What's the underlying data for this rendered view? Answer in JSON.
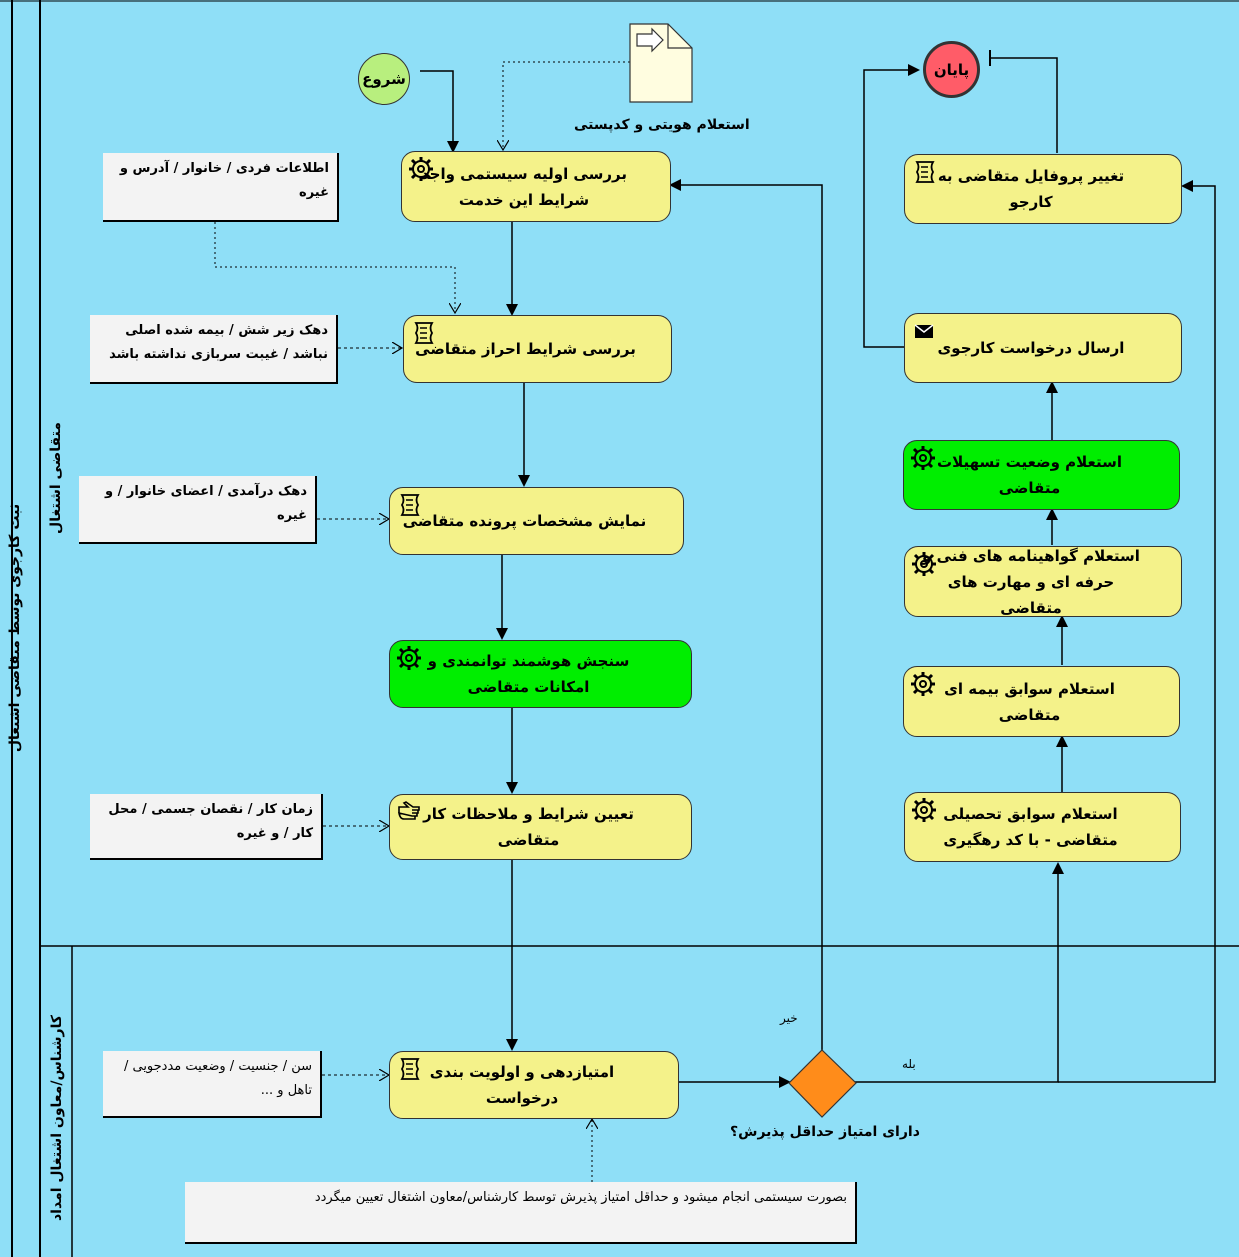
{
  "pool": {
    "label": "ثبت کارجوی توسط متقاضی اشتغال"
  },
  "lanes": {
    "applicant": "متقاضی اشتغال",
    "expert": "کارشناس/معاون اشتغال امداد"
  },
  "events": {
    "start": "شروع",
    "end": "پایان"
  },
  "tasks": {
    "initial_review": "بررسی اولیه سیستمی واجد شرایط این خدمت",
    "eligibility_check": "بررسی شرایط احراز متقاضی",
    "show_profile": "نمایش مشخصات پرونده متقاضی",
    "smart_assessment": "سنجش هوشمند توانمندی و امکانات متقاضی",
    "work_conditions": "تعیین شرایط و ملاحظات کار متقاضی",
    "scoring": "امتیازدهی و اولویت بندی درخواست",
    "change_profile": "تغییر پروفایل متقاضی به کارجو",
    "send_request": "ارسال درخواست کارجوی",
    "facilities_inquiry": "استعلام وضعیت تسهیلات متقاضی",
    "certificates_inquiry": "استعلام گواهینامه های فنی و حرفه ای و مهارت های متقاضی",
    "insurance_inquiry": "استعلام سوابق بیمه ای متقاضی",
    "education_inquiry": "استعلام سوابق تحصیلی متقاضی - با کد رهگیری"
  },
  "notes": {
    "personal_info": "اطلاعات فردی / خانوار / آدرس و غیره",
    "decile_insurance": "دهک زیر شش / بیمه شده اصلی نباشد / غیبت سربازی نداشته باشد",
    "decile_income": "دهک درآمدی / اعضای خانوار / و غیره",
    "work_time": "زمان کار / نقصان جسمی / محل کار / و غیره",
    "age_gender": "سن / جنسیت / وضعیت مددجویی / تاهل و ...",
    "system_scoring": "بصورت سیستمی انجام میشود و حداقل امتیاز پذیرش توسط کارشناس/معاون اشتغال تعیین میگردد"
  },
  "labels": {
    "identity_document": "استعلام هویتی و کدپستی",
    "gateway_question": "دارای امتیاز حداقل پذیرش؟",
    "no": "خیر",
    "yes": "بله"
  },
  "colors": {
    "canvas": "#8fdff7",
    "task": "#f4f28a",
    "task_highlight": "#00ee00",
    "start_event": "#b8ef7e",
    "end_event": "#ff5c68",
    "gateway": "#ff8c1a",
    "note": "#f3f3f3"
  }
}
